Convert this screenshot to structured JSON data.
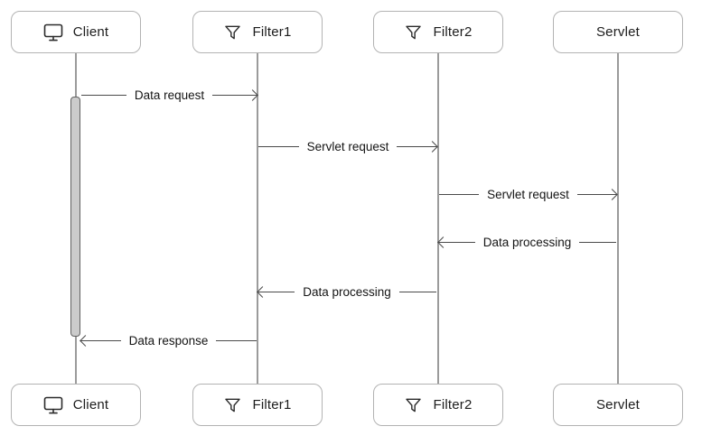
{
  "diagram": {
    "type": "sequence-diagram",
    "participants": [
      {
        "name": "Client",
        "icon": "monitor-icon"
      },
      {
        "name": "Filter1",
        "icon": "filter-icon"
      },
      {
        "name": "Filter2",
        "icon": "filter-icon"
      },
      {
        "name": "Servlet",
        "icon": "none"
      }
    ],
    "messages": [
      {
        "label": "Data request",
        "from": "Client",
        "to": "Filter1",
        "direction": "right"
      },
      {
        "label": "Servlet request",
        "from": "Filter1",
        "to": "Filter2",
        "direction": "right"
      },
      {
        "label": "Servlet request",
        "from": "Filter2",
        "to": "Servlet",
        "direction": "right"
      },
      {
        "label": "Data processing",
        "from": "Servlet",
        "to": "Filter2",
        "direction": "left"
      },
      {
        "label": "Data processing",
        "from": "Filter2",
        "to": "Filter1",
        "direction": "left"
      },
      {
        "label": "Data response",
        "from": "Filter1",
        "to": "Client",
        "direction": "left"
      }
    ],
    "activation": {
      "participant": "Client"
    },
    "colors": {
      "background": "#ffffff",
      "box_border": "#b3b3b3",
      "lifeline": "#9b9b9b",
      "arrow": "#4a4a4a",
      "text": "#1a1a1a",
      "activation_fill": "#cbcbcb",
      "activation_border": "#616161"
    }
  }
}
